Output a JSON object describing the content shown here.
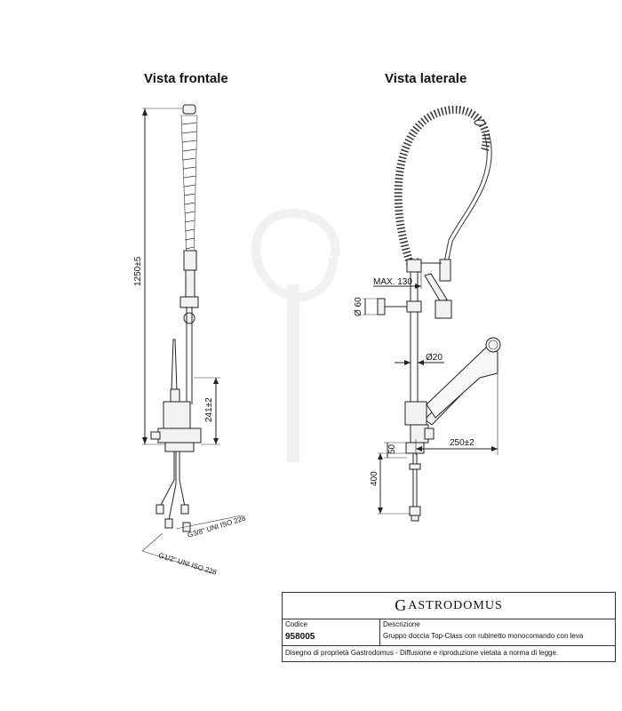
{
  "views": {
    "front_title": "Vista frontale",
    "side_title": "Vista laterale"
  },
  "dimensions": {
    "total_height": "1250±5",
    "tap_height": "241±2",
    "max_spout": "MAX. 130",
    "wall_diameter": "Ø 60",
    "column_diameter": "Ø20",
    "spout_reach": "250±2",
    "base_height": "50",
    "hose_length": "400",
    "connection_small": "G3/8\" UNI ISO 228",
    "connection_large": "G1/2\" UNI ISO 228"
  },
  "title_block": {
    "brand": "ASTRODOMUS",
    "brand_initial": "G",
    "code_label": "Codice",
    "code_value": "958005",
    "desc_label": "Descrizione",
    "desc_value": "Gruppo doccia Top-Class con rubinetto monocomando con leva",
    "footer": "Disegno di proprietà Gastrodomus - Diffusione e riproduzione vietata a norma di legge."
  }
}
